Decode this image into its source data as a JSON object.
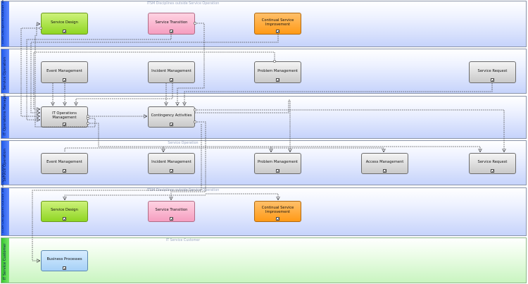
{
  "lanes": {
    "l1": {
      "label": "ITSM Disciplines outside Service Operation",
      "caption": "ITSM Disciplines outside Service Operation"
    },
    "l2": {
      "label": "Service Operation",
      "caption": ""
    },
    "l3": {
      "label": "IT Operations Manager",
      "caption": ""
    },
    "l4": {
      "label": "Service Operation",
      "caption": "Service Operation"
    },
    "l5": {
      "label": "ITSM Disciplines outside Service Operation",
      "caption": "ITSM Disciplines outside Service Operation"
    },
    "l6": {
      "label": "IT Service Customer",
      "caption": "IT Service Customer"
    }
  },
  "boxes": {
    "sd1": "Service Design",
    "st1": "Service Transition",
    "csi1": "Continual Service Improvement",
    "em1": "Event Management",
    "im1": "Incident Management",
    "pm1": "Problem Management",
    "sr1": "Service Request",
    "itom": "IT Operations Management",
    "ca": "Contingency Activities",
    "em2": "Event Management",
    "im2": "Incident Management",
    "pm2": "Problem Management",
    "am2": "Access Management",
    "sr2": "Service Request",
    "sd2": "Service Design",
    "st2": "Service Transition",
    "csi2": "Continual Service Improvement",
    "bp": "Business Processes"
  }
}
